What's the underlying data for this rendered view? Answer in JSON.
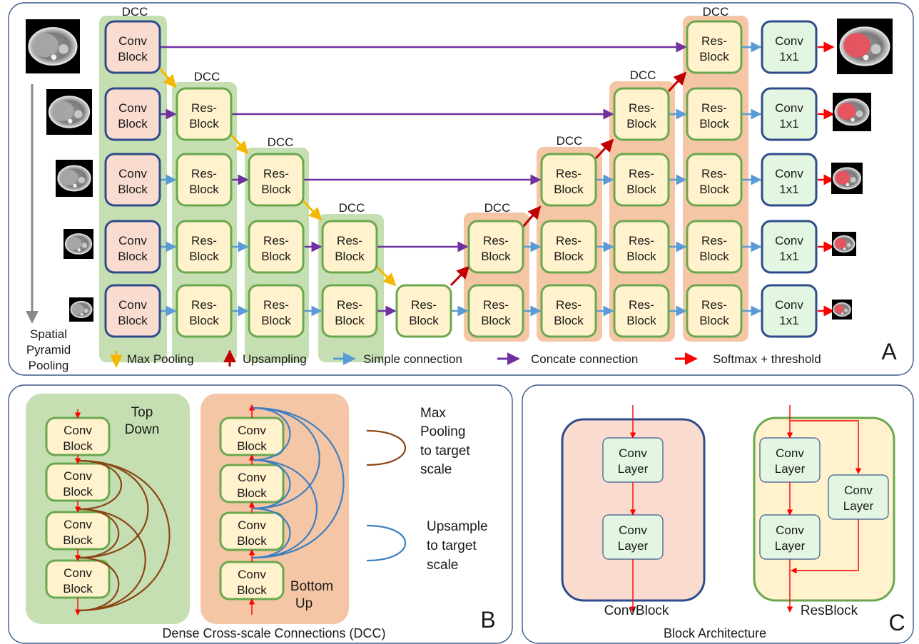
{
  "panel_a": {
    "letter": "A",
    "dcc_label": "DCC",
    "conv_block": [
      "Conv",
      "Block"
    ],
    "res_block": [
      "Res-",
      "Block"
    ],
    "conv1x1": [
      "Conv",
      "1x1"
    ],
    "spp_label": [
      "Spatial",
      "Pyramid",
      "Pooling"
    ],
    "legend": {
      "max_pooling": "Max Pooling",
      "upsampling": "Upsampling",
      "simple": "Simple connection",
      "concate": "Concate connection",
      "softmax": "Softmax + threshold"
    }
  },
  "panel_b": {
    "letter": "B",
    "caption": "Dense Cross-scale Connections (DCC)",
    "top_down": [
      "Top",
      "Down"
    ],
    "bottom_up": [
      "Bottom",
      "Up"
    ],
    "conv_block": [
      "Conv",
      "Block"
    ],
    "max_pool_note": [
      "Max",
      "Pooling",
      "to target",
      "scale"
    ],
    "upsample_note": [
      "Upsample",
      "to target",
      "scale"
    ]
  },
  "panel_c": {
    "letter": "C",
    "caption": "Block Architecture",
    "conv_layer": [
      "Conv",
      "Layer"
    ],
    "convblock_name": "ConvBlock",
    "resblock_name": "ResBlock"
  },
  "colors": {
    "green_col": "#c6dfb2",
    "orange_col": "#f5c6a5",
    "conv_fill": "#f9dccf",
    "res_fill": "#fff2cc",
    "c1x1_fill": "#e2f6e1",
    "navy": "#2e4b8b",
    "green": "#6aa84f",
    "purple": "#7030a0",
    "blue": "#5b9bd5",
    "gold": "#f5b800",
    "dark_red": "#c00000",
    "red": "#ff0000",
    "brown": "#8b4513",
    "curve_blue": "#3c7fc0"
  }
}
